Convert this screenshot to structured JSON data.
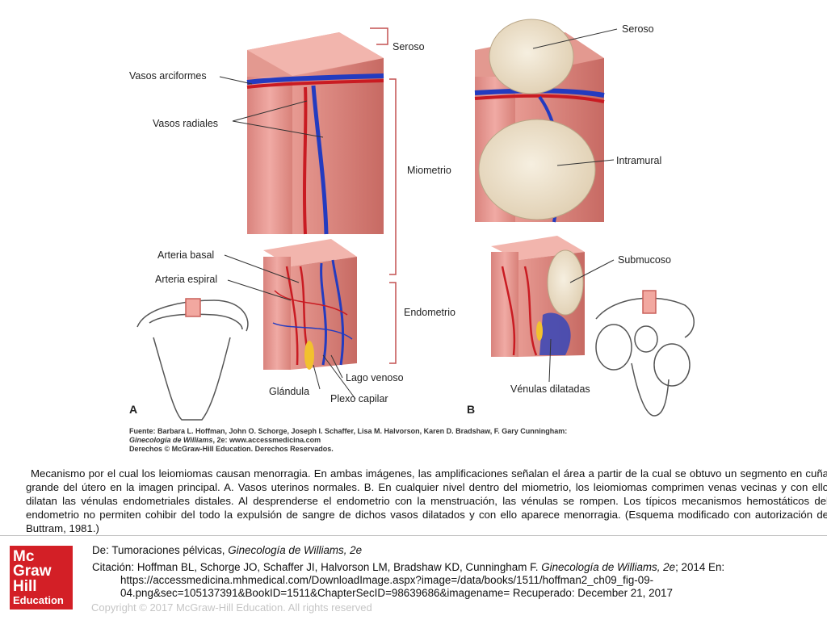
{
  "figure": {
    "panel_a_letter": "A",
    "panel_b_letter": "B",
    "labels_a": {
      "vasos_arciformes": "Vasos arciformes",
      "vasos_radiales": "Vasos radiales",
      "seroso": "Seroso",
      "miometrio": "Miometrio",
      "arteria_basal": "Arteria basal",
      "arteria_espiral": "Arteria espiral",
      "endometrio": "Endometrio",
      "lago_venoso": "Lago venoso",
      "glandula": "Glándula",
      "plexo_capilar": "Plexo capilar"
    },
    "labels_b": {
      "seroso": "Seroso",
      "intramural": "Intramural",
      "submucoso": "Submucoso",
      "venulas_dilatadas": "Vénulas dilatadas"
    },
    "source": {
      "line1": "Fuente: Barbara L. Hoffman, John O. Schorge, Joseph I. Schaffer, Lisa M. Halvorson, Karen D. Bradshaw, F. Gary Cunningham:",
      "line2_book": "Ginecología de Williams",
      "line2_rest": ", 2e: www.accessmedicina.com",
      "line3": "Derechos © McGraw-Hill Education. Derechos Reservados."
    }
  },
  "caption": "Mecanismo por el cual los leiomiomas causan menorragia. En ambas imágenes, las amplificaciones señalan el área a partir de la cual se obtuvo un segmento en cuña grande del útero en la imagen principal. A. Vasos uterinos normales. B. En cualquier nivel dentro del miometrio, los leiomiomas comprimen venas vecinas y con ello dilatan las vénulas endometriales distales. Al desprenderse el endometrio con la menstruación, las vénulas se rompen. Los típicos mecanismos hemostáticos del endometrio no permiten cohibir del todo la expulsión de sangre de dichos vasos dilatados y con ello aparece menorragia. (Esquema modificado con autorización de Buttram, 1981.)",
  "logo": {
    "line1": "Mc",
    "line2": "Graw",
    "line3": "Hill",
    "line4": "Education",
    "color": "#d31f26"
  },
  "citation": {
    "de_prefix": "De: ",
    "de_chapter": "Tumoraciones pélvicas, ",
    "de_book": "Ginecología de Williams, 2e",
    "cita_prefix": "Citación: Hoffman BL, Schorge JO, Schaffer JI, Halvorson LM, Bradshaw KD, Cunningham F. ",
    "cita_book": "Ginecología de Williams, 2e",
    "cita_rest": "; 2014 En: https://accessmedicina.mhmedical.com/DownloadImage.aspx?image=/data/books/1511/hoffman2_ch09_fig-09-04.png&sec=105137391&BookID=1511&ChapterSecID=98639686&imagename= Recuperado: December 21, 2017"
  },
  "copyright": "Copyright © 2017 McGraw-Hill Education. All rights reserved"
}
